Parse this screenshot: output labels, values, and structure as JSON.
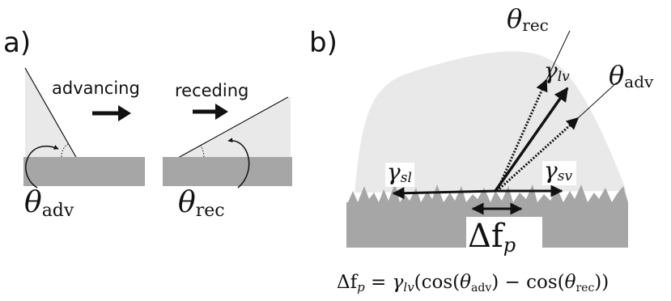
{
  "panel_a": {
    "label": "a)",
    "advancing_label": "advancing",
    "receding_label": "receding",
    "theta_symbol": "θ",
    "adv_subscript": "adv",
    "rec_subscript": "rec"
  },
  "panel_b": {
    "label": "b)",
    "theta_symbol": "θ",
    "gamma_symbol": "γ",
    "rec_subscript": "rec",
    "adv_subscript": "adv",
    "lv_subscript": "lv",
    "sl_subscript": "sl",
    "sv_subscript": "sv",
    "delta_fp_label": "Δf",
    "p_subscript": "p"
  },
  "equation": {
    "lhs": "Δf",
    "lhs_sub": "p",
    "eq": " = ",
    "gamma": "γ",
    "gamma_sub": "lv",
    "cos_open": "(cos(",
    "theta1": "θ",
    "theta1_sub": "adv",
    "mid": ") − cos(",
    "theta2": "θ",
    "theta2_sub": "rec",
    "close": "))"
  },
  "colors": {
    "drop_fill": "#e9e9e9",
    "substrate": "#a6a6a6",
    "substrate_dark": "#9a9a9a",
    "ink": "#111111"
  }
}
